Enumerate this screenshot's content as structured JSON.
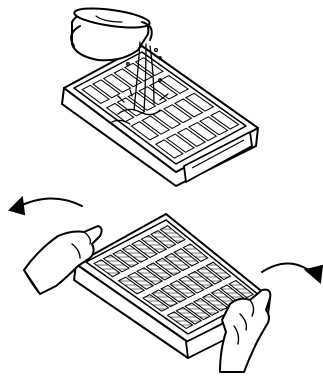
{
  "figure": {
    "steps": [
      {
        "id": "fill-tray",
        "icons": [
          "pitcher-icon",
          "water-stream-icon",
          "ice-tray-icon"
        ]
      },
      {
        "id": "twist-tray",
        "icons": [
          "ice-tray-icon",
          "left-hand-icon",
          "right-hand-icon",
          "twist-arrow-left-icon",
          "twist-arrow-right-icon"
        ]
      }
    ],
    "colors": {
      "ink": "#000000",
      "paper": "#ffffff",
      "cube_hatch": "#555555"
    },
    "tray_top": {
      "rows": 4,
      "cols": 6
    },
    "tray_bottom": {
      "rows": 4,
      "cols": 8
    }
  }
}
